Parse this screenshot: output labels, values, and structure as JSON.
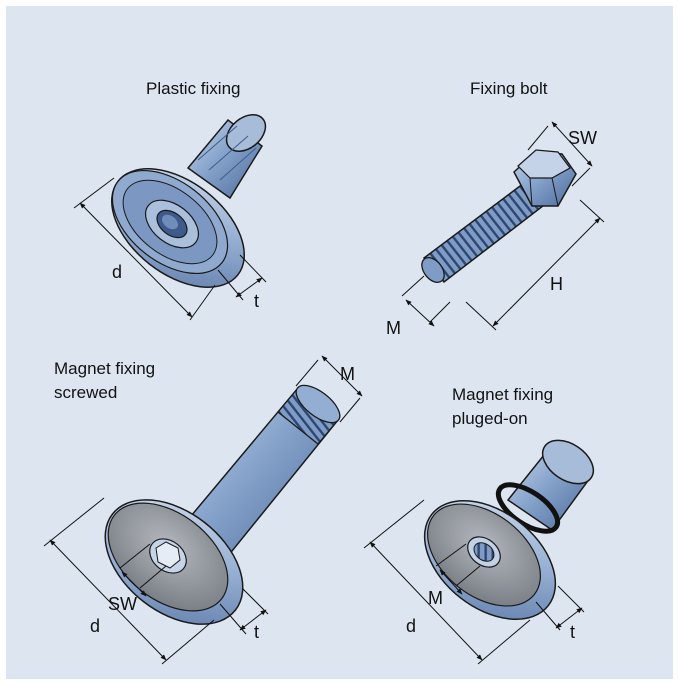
{
  "colors": {
    "background": "#dde6f0",
    "metal_light": "#b9cbe2",
    "metal_mid": "#7f9cc6",
    "metal_dark": "#4e6e9f",
    "face_grey": "#8e9298",
    "outline": "#1a1a1a"
  },
  "parts": {
    "plastic": {
      "title": "Plastic fixing",
      "dim_d": "d",
      "dim_t": "t"
    },
    "bolt": {
      "title": "Fixing bolt",
      "dim_sw": "SW",
      "dim_h": "H",
      "dim_m": "M"
    },
    "magnet_screwed": {
      "title_line1": "Magnet fixing",
      "title_line2": "screwed",
      "dim_m": "M",
      "dim_sw": "SW",
      "dim_d": "d",
      "dim_t": "t"
    },
    "magnet_plugged": {
      "title_line1": "Magnet fixing",
      "title_line2": "pluged-on",
      "dim_m": "M",
      "dim_d": "d",
      "dim_t": "t"
    }
  }
}
